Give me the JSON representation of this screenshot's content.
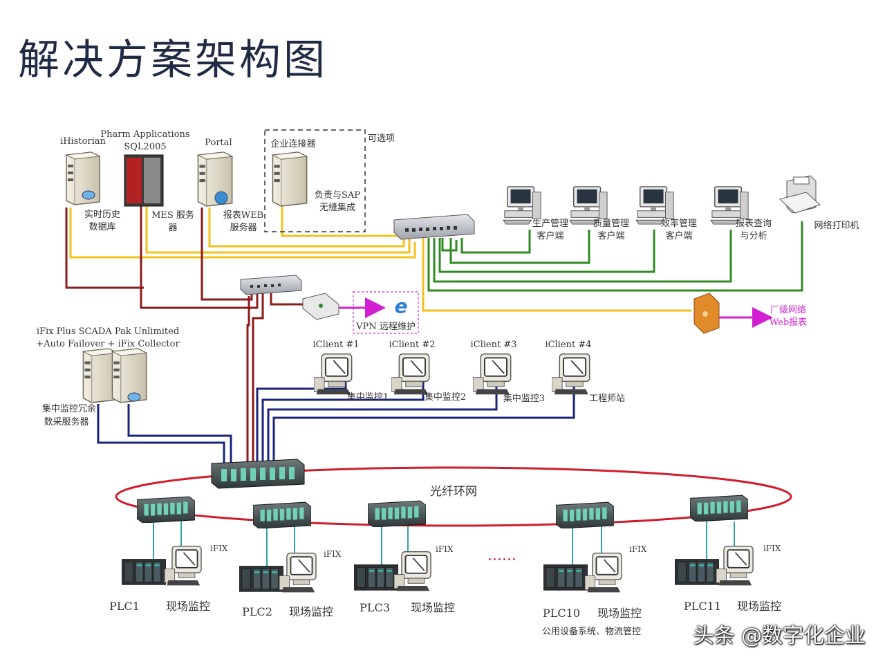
{
  "title": "解决方案架构图",
  "colors": {
    "yellow": "#f2c21a",
    "red": "#8b1a1a",
    "green": "#2e8b22",
    "navy": "#1a237e",
    "ring": "#d01c2c",
    "magenta": "#d21fd2",
    "teal": "#2ca6a4"
  },
  "servers": {
    "historian": {
      "top": "iHistorian",
      "bottom1": "实时历史",
      "bottom2": "数据库"
    },
    "pharm": {
      "top1": "Pharm Applications",
      "top2": "SQL2005",
      "bottom1": "MES 服务",
      "bottom2": "器"
    },
    "portal": {
      "top": "Portal",
      "bottom1": "报表WEB",
      "bottom2": "服务器"
    },
    "connector": {
      "top": "企业连接器",
      "bottom1": "负责与SAP",
      "bottom2": "无缝集成"
    }
  },
  "optional_label": "可选项",
  "clients": [
    {
      "line1": "生产管理",
      "line2": "客户端"
    },
    {
      "line1": "质量管理",
      "line2": "客户端"
    },
    {
      "line1": "效率管理",
      "line2": "客户端"
    },
    {
      "line1": "报表查询",
      "line2": "与分析"
    }
  ],
  "printer_label": "网络打印机",
  "vpn_label": "VPN 远程维护",
  "firewall_target": {
    "line1": "厂级网络",
    "line2": "Web报表"
  },
  "scada": {
    "line1": "iFix Plus SCADA Pak Unlimited",
    "line2": "+Auto Failover + iFix Collector",
    "bottom1": "集中监控冗余",
    "bottom2": "数采服务器"
  },
  "iclients": [
    {
      "name": "iClient #1",
      "label": "集中监控1"
    },
    {
      "name": "iClient #2",
      "label": "集中监控2"
    },
    {
      "name": "iClient #3",
      "label": "集中监控3"
    },
    {
      "name": "iClient #4",
      "label": "工程师站"
    }
  ],
  "ring_label": "光纤环网",
  "plc_groups": [
    {
      "plc": "PLC1",
      "ifix": "iFIX",
      "station": "现场监控"
    },
    {
      "plc": "PLC2",
      "ifix": "iFIX",
      "station": "现场监控"
    },
    {
      "plc": "PLC3",
      "ifix": "iFIX",
      "station": "现场监控"
    },
    {
      "plc": "PLC10",
      "ifix": "iFIX",
      "station": "现场监控"
    },
    {
      "plc": "PLC11",
      "ifix": "iFIX",
      "station": "现场监控"
    }
  ],
  "ellipsis": "......",
  "footnote": "公用设备系统、物流管控",
  "watermark": "头条 @数字化企业"
}
